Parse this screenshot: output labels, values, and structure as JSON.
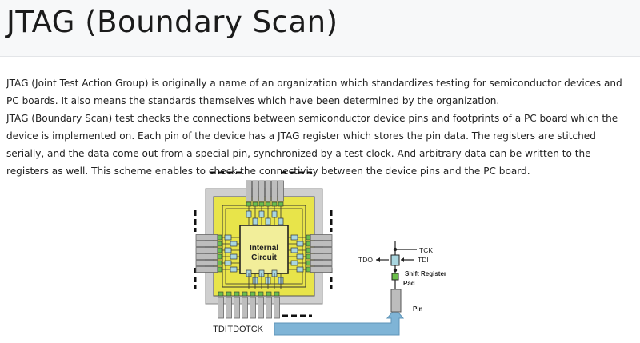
{
  "page": {
    "title": "JTAG (Boundary Scan)",
    "paragraphs": [
      "JTAG (Joint Test Action Group) is originally a name of an organization which standardizes testing for semiconductor devices and PC boards. It also means the standards themselves which have been determined by the organization.",
      "JTAG (Boundary Scan) test checks the connections between semiconductor device pins and footprints of a PC board which the device is implemented on. Each pin of the device has a JTAG register which stores the pin data. The registers are stitched serially, and the data come out from a special pin, synchronized by a test clock. And arbitrary data can be written to the registers as well. This scheme enables to check the connectivity between the device pins and the PC board."
    ]
  },
  "diagram": {
    "chip_label_line1": "Internal",
    "chip_label_line2": "Circuit",
    "pin_labels": [
      "TDI",
      "TDO",
      "TCK"
    ],
    "detail_labels": {
      "tck": "TCK",
      "tdi": "TDI",
      "tdo": "TDO",
      "shift_register": "Shift Register",
      "pad": "Pad",
      "pin": "Pin"
    },
    "colors": {
      "package": "#cfcfcf",
      "die": "#e8e44a",
      "core": "#f2ee9a",
      "register": "#a9d6e0",
      "pad": "#6bbf4b",
      "pin": "#bdbdbd",
      "arrow": "#7fb4d6"
    }
  }
}
